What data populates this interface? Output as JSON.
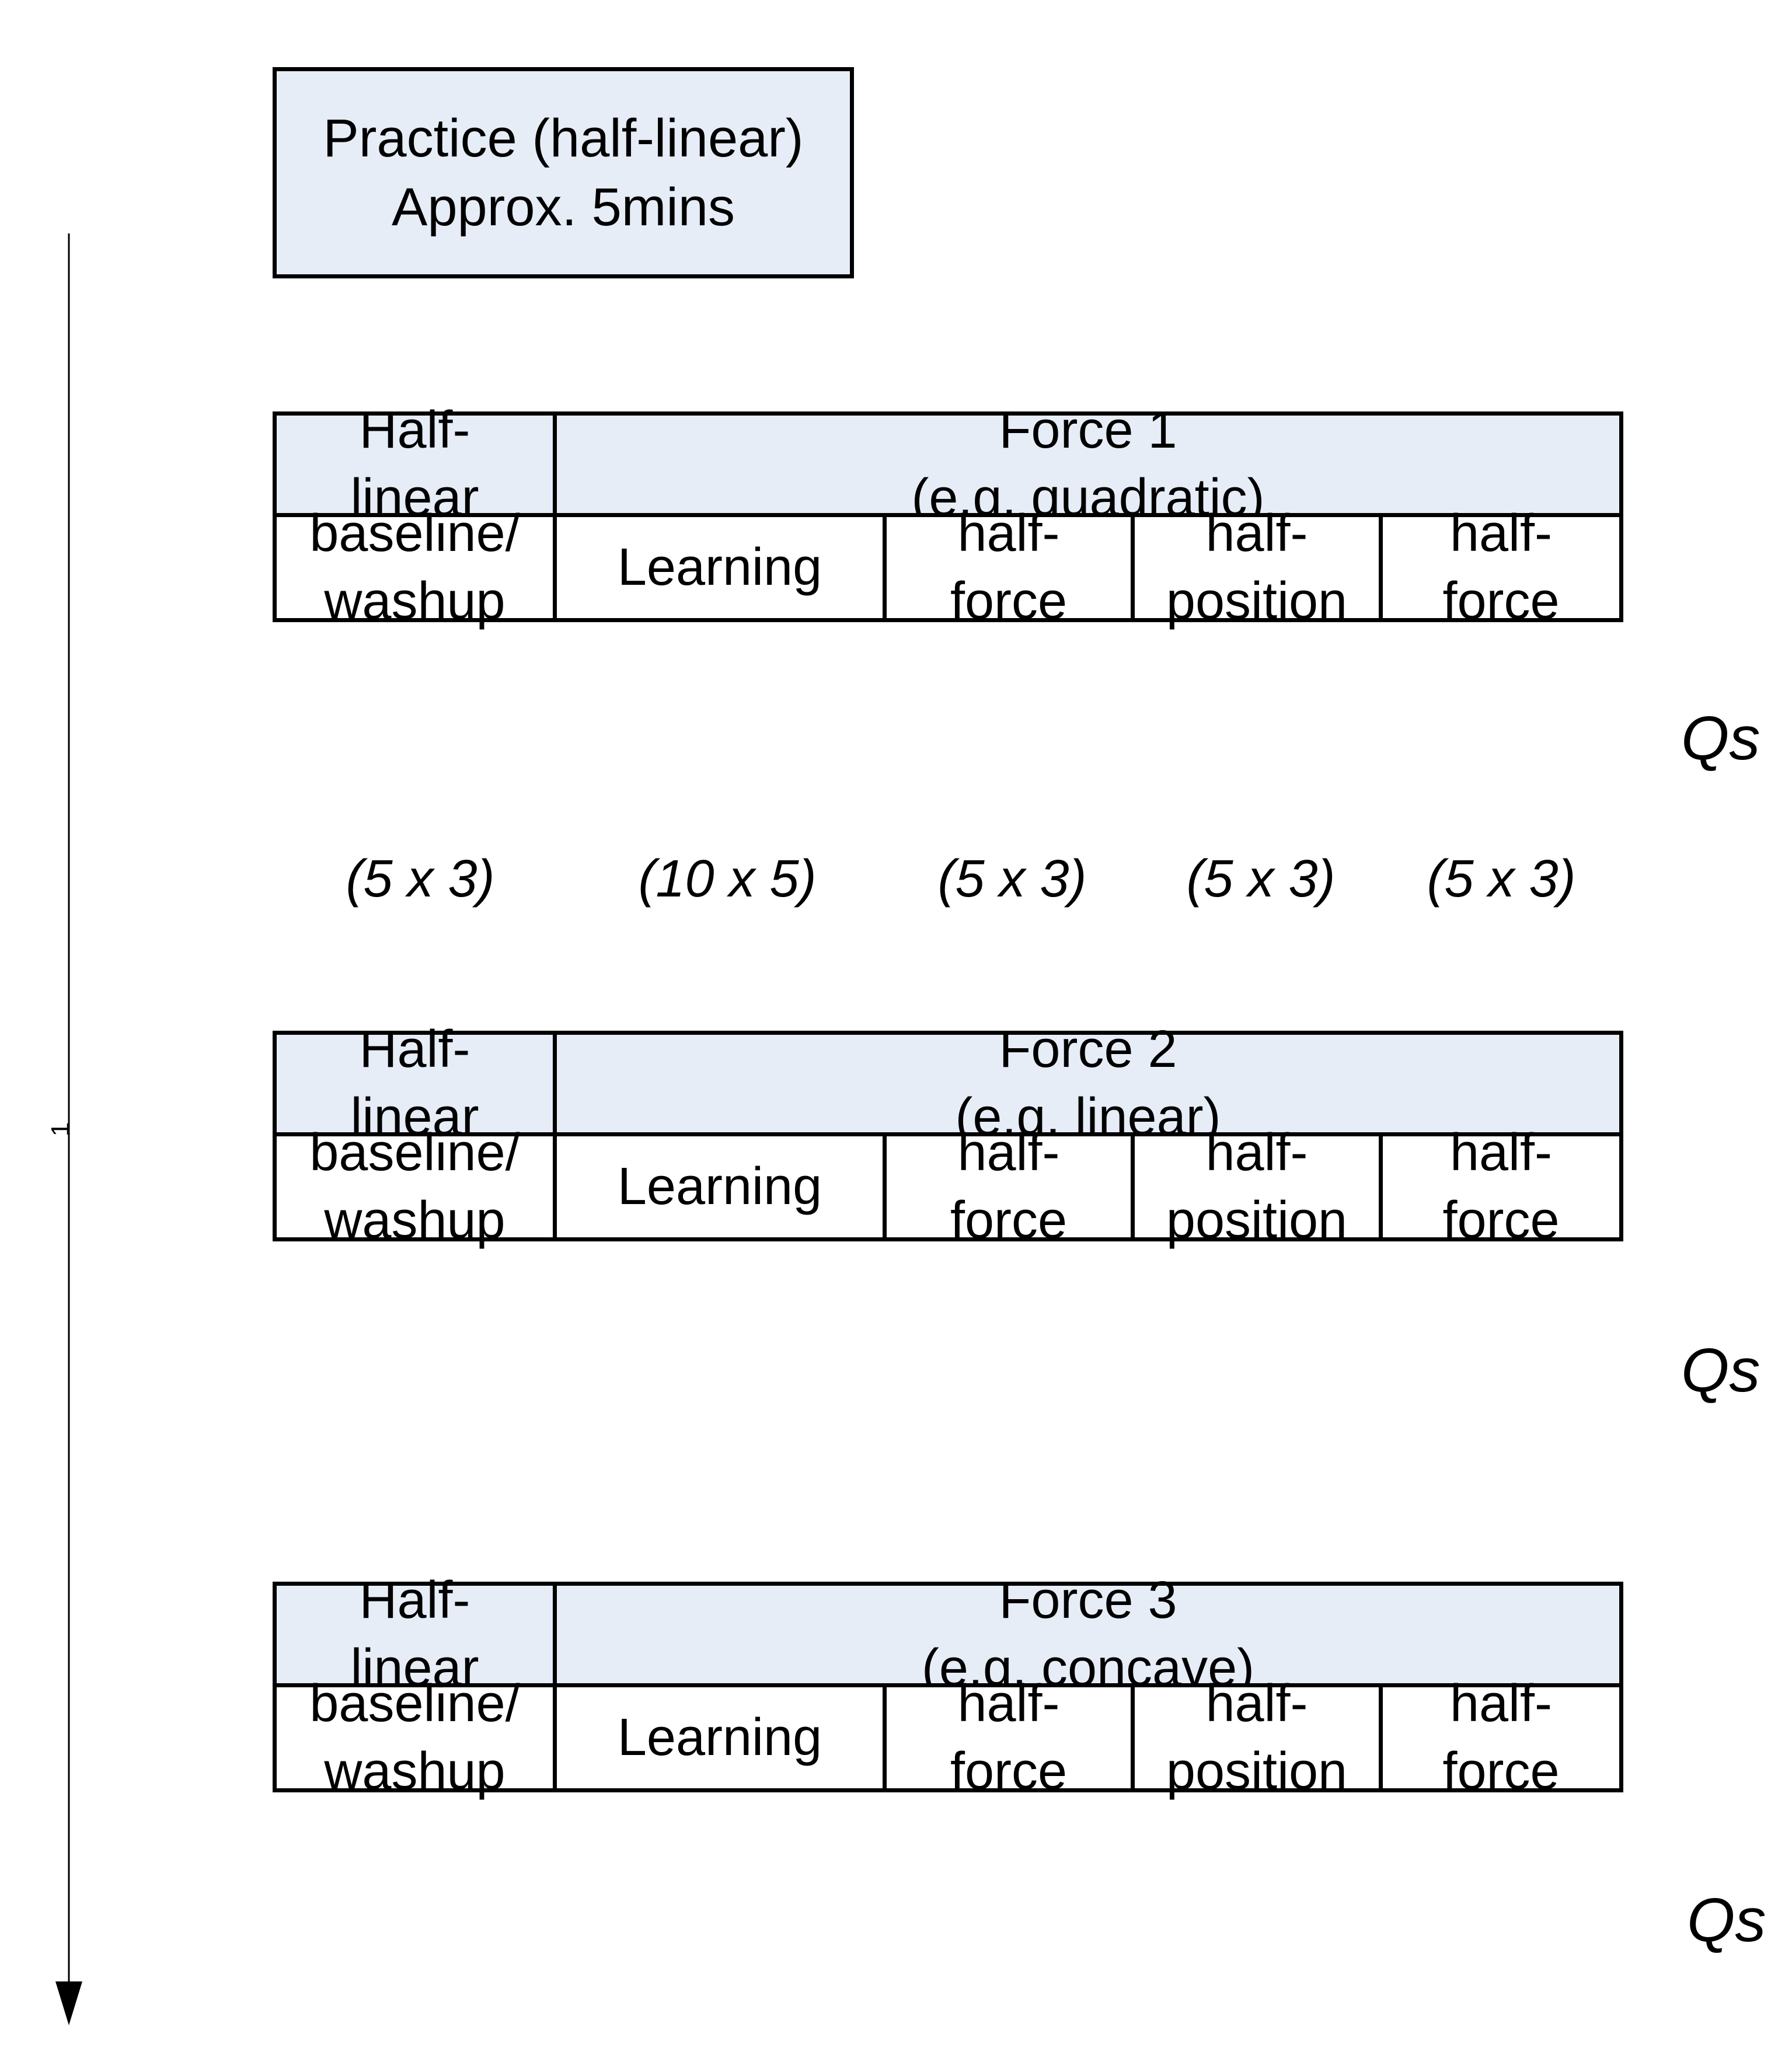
{
  "practice": {
    "line1": "Practice (half-linear)",
    "line2": "Approx. 5mins"
  },
  "blocks": [
    {
      "header_left": [
        "Half-",
        "linear"
      ],
      "header_right": [
        "Force 1",
        "(e.g. quadratic)"
      ],
      "phases": [
        [
          "baseline/",
          "washup"
        ],
        [
          "Learning"
        ],
        [
          "half-",
          "force"
        ],
        [
          "half-",
          "position"
        ],
        [
          "half-",
          "force"
        ]
      ],
      "qs": "Qs"
    },
    {
      "header_left": [
        "Half-",
        "linear"
      ],
      "header_right": [
        "Force 2",
        "(e.g. linear)"
      ],
      "phases": [
        [
          "baseline/",
          "washup"
        ],
        [
          "Learning"
        ],
        [
          "half-",
          "force"
        ],
        [
          "half-",
          "position"
        ],
        [
          "half-",
          "force"
        ]
      ],
      "qs": "Qs"
    },
    {
      "header_left": [
        "Half-",
        "linear"
      ],
      "header_right": [
        "Force 3",
        "(e.g. concave)"
      ],
      "phases": [
        [
          "baseline/",
          "washup"
        ],
        [
          "Learning"
        ],
        [
          "half-",
          "force"
        ],
        [
          "half-",
          "position"
        ],
        [
          "half-",
          "force"
        ]
      ],
      "qs": "Qs"
    }
  ],
  "durations": [
    "(5 x 3)",
    "(10 x 5)",
    "(5 x 3)",
    "(5 x 3)",
    "(5 x 3)"
  ],
  "timeline_label": "1"
}
